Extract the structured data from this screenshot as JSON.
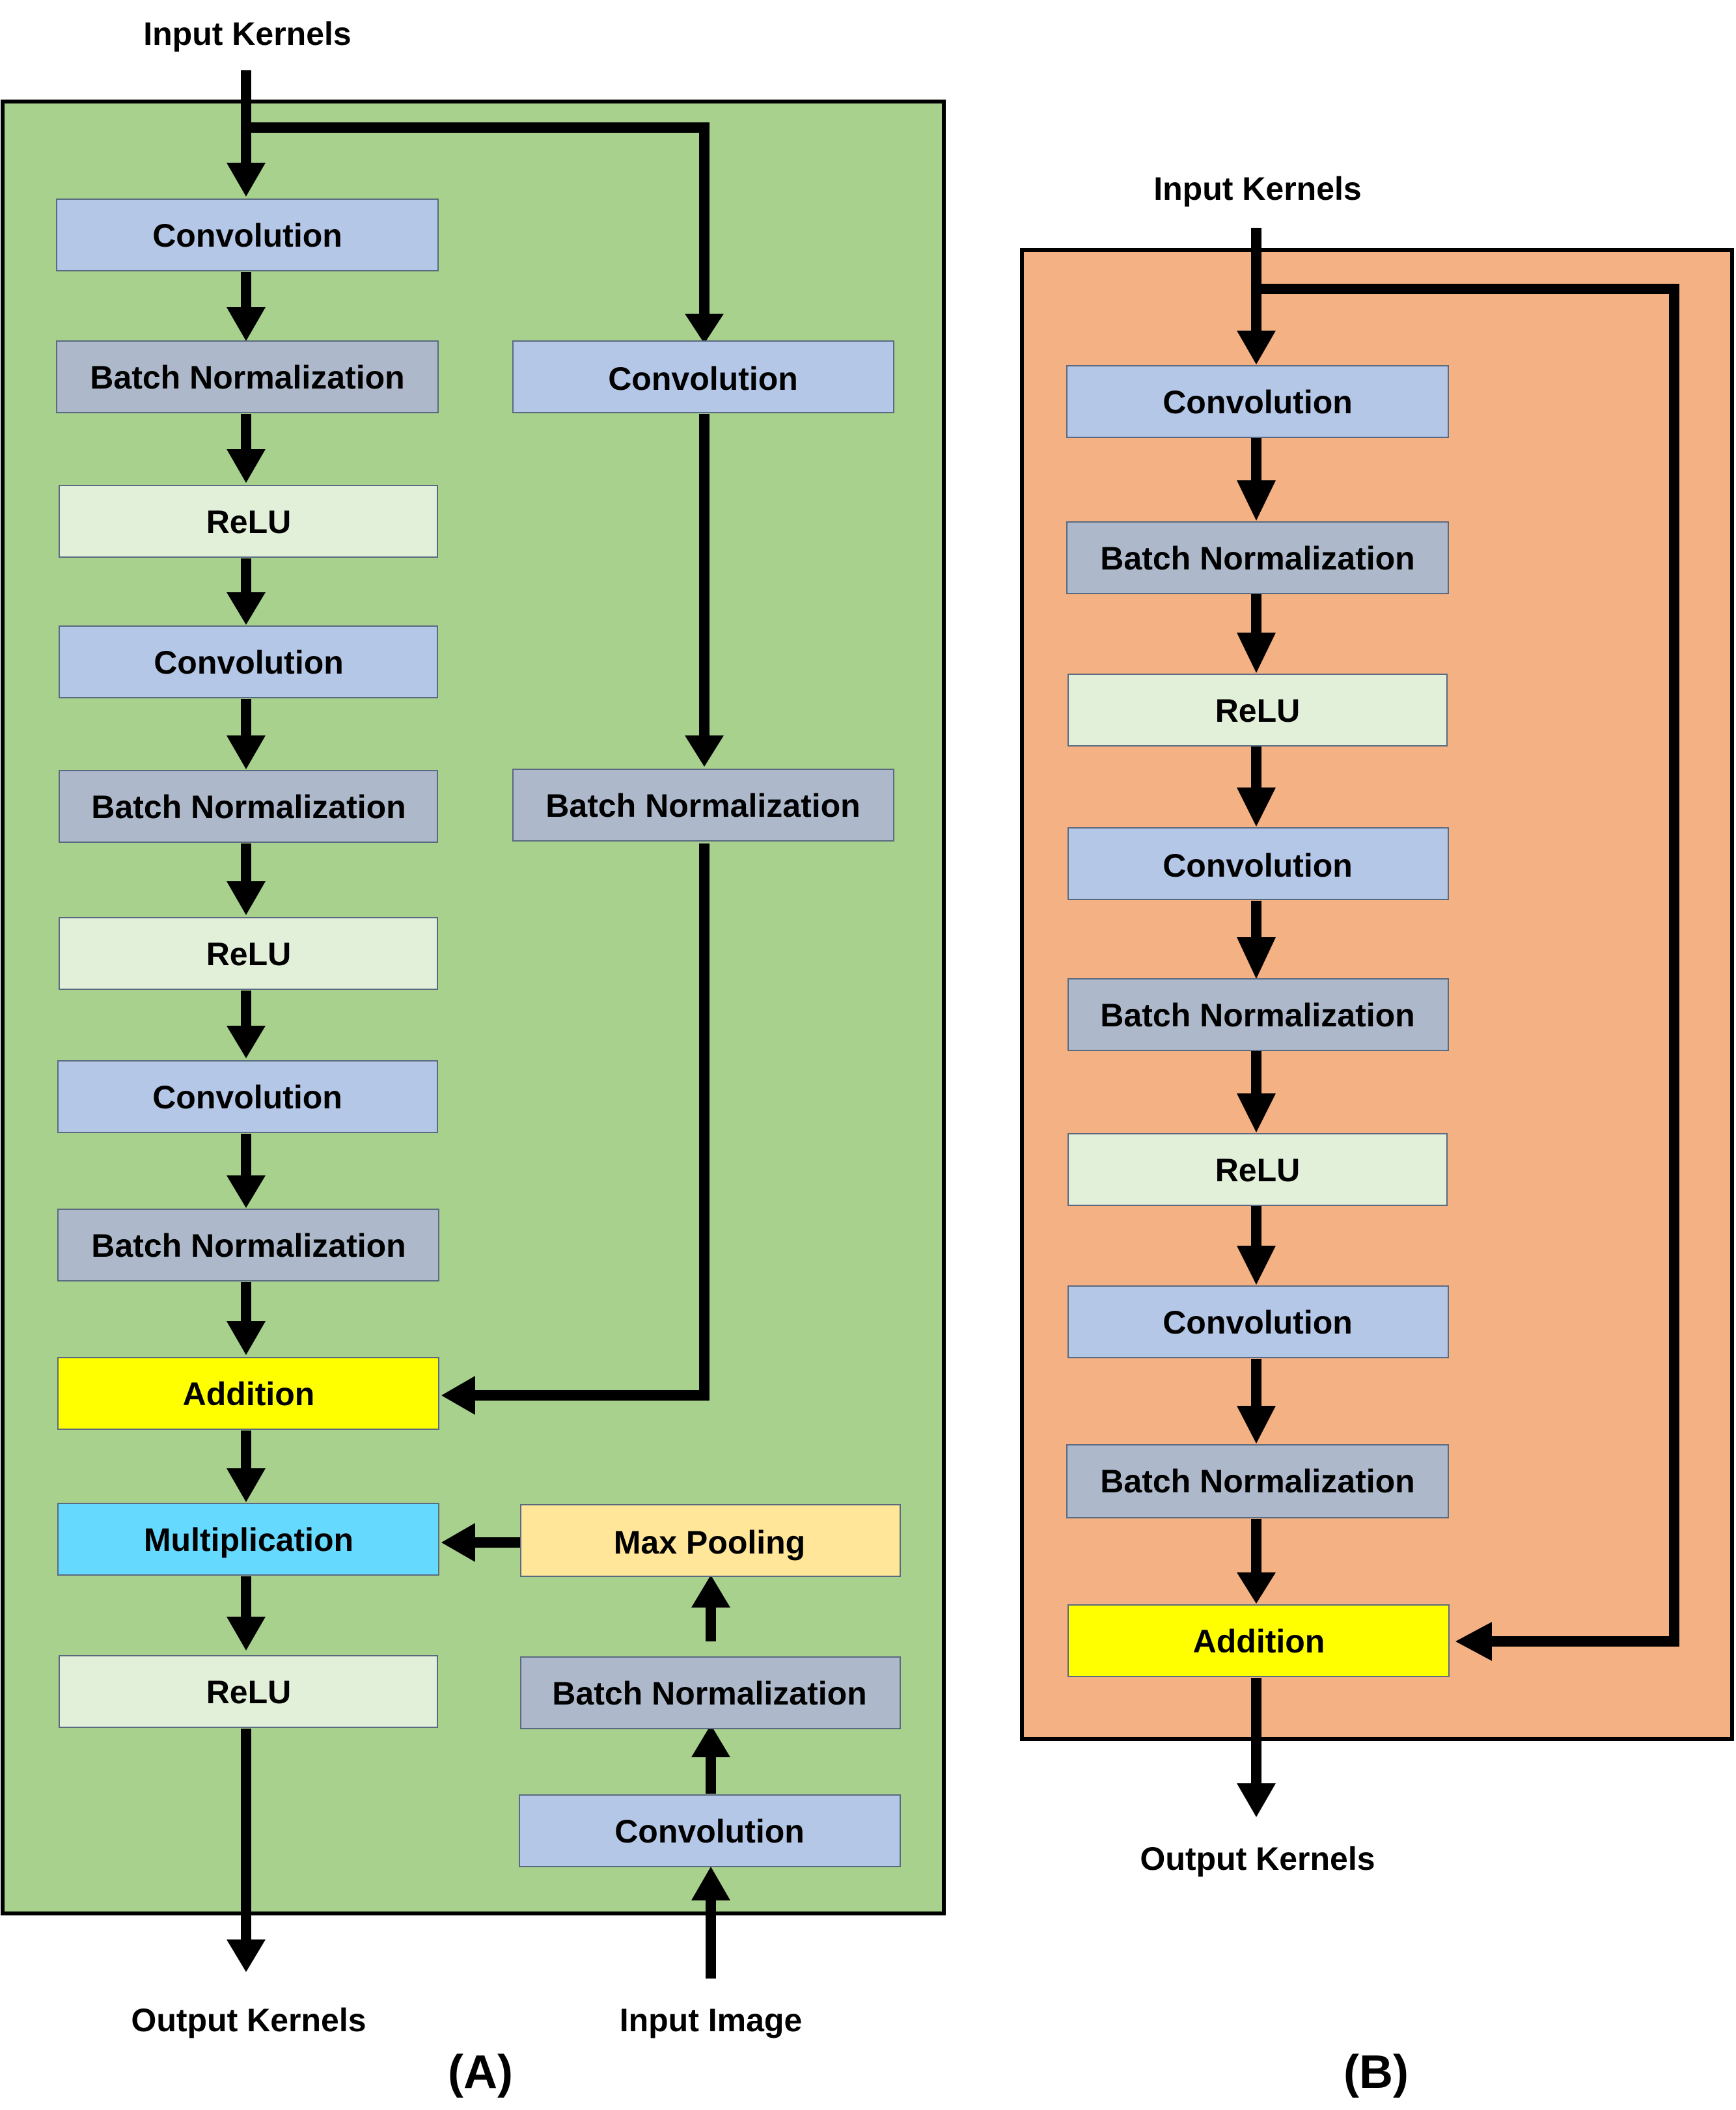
{
  "panel_a": {
    "caption": "(A)",
    "input_label": "Input Kernels",
    "output_label": "Output Kernels",
    "image_label": "Input Image",
    "main_path": [
      "Convolution",
      "Batch Normalization",
      "ReLU",
      "Convolution",
      "Batch Normalization",
      "ReLU",
      "Convolution",
      "Batch Normalization",
      "Addition",
      "Multiplication",
      "ReLU"
    ],
    "shortcut_path": [
      "Convolution",
      "Batch Normalization"
    ],
    "image_path": [
      "Convolution",
      "Batch Normalization",
      "Max Pooling"
    ]
  },
  "panel_b": {
    "caption": "(B)",
    "input_label": "Input Kernels",
    "output_label": "Output Kernels",
    "main_path": [
      "Convolution",
      "Batch Normalization",
      "ReLU",
      "Convolution",
      "Batch Normalization",
      "ReLU",
      "Convolution",
      "Batch Normalization",
      "Addition"
    ]
  },
  "colors": {
    "panel_a_background": "#a9d18e",
    "panel_b_background": "#f4b183",
    "convolution": "#b4c7e7",
    "batch_normalization": "#adb9ca",
    "relu": "#e2f0d9",
    "addition": "#ffff00",
    "multiplication": "#66d9ff",
    "max_pooling": "#ffe699"
  }
}
